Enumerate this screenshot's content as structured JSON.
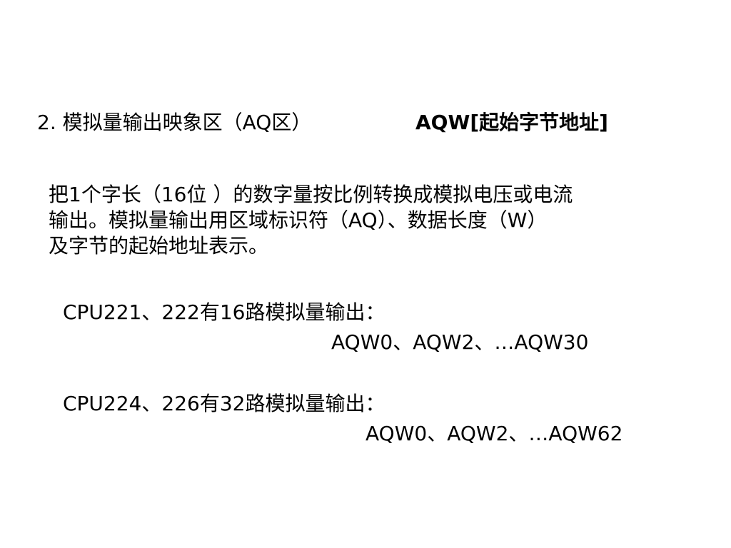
{
  "heading": {
    "left": "2. 模拟量输出映象区（AQ区）",
    "right": "AQW[起始字节地址]"
  },
  "paragraph": {
    "lines": [
      "把1个字长（16位 ）的数字量按比例转换成模拟电压或电流",
      "输出。模拟量输出用区域标识符（AQ）、数据长度（W）",
      "及字节的起始地址表示。"
    ]
  },
  "blocks": [
    {
      "label": "CPU221、222有16路模拟量输出：",
      "value": "AQW0、AQW2、…AQW30"
    },
    {
      "label": "CPU224、226有32路模拟量输出：",
      "value": "AQW0、AQW2、…AQW62"
    }
  ]
}
